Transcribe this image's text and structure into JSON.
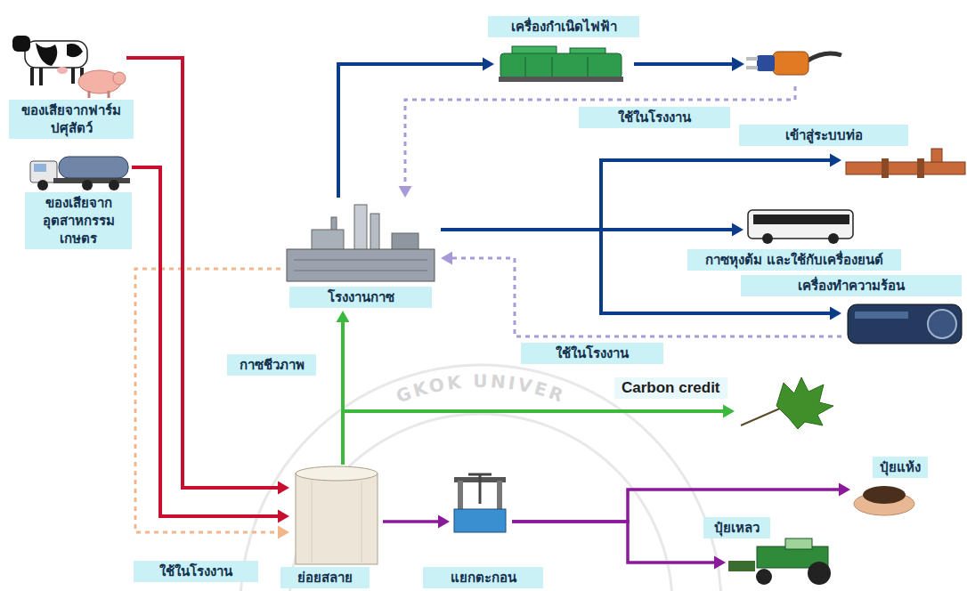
{
  "diagram": {
    "nodes": [
      {
        "text": [
          "ของเสียจากฟาร์ม ปศุสัตว์"
        ]
      },
      {
        "text": [
          "ของเสียจาก อุตสาหกรรม เกษตร"
        ]
      },
      {
        "text": [
          "เครื่องกำเนิดไฟฟ้า"
        ]
      },
      {
        "text": [
          "เข้าสู่ระบบท่อ"
        ]
      },
      {
        "text": [
          "โรงงานกาซ"
        ]
      },
      {
        "text": [
          "กาซหุงต้ม และใช้กับเครื่องยนต์"
        ]
      },
      {
        "text": [
          "เครื่องทำความร้อน"
        ]
      },
      {
        "text": [
          "Carbon credit"
        ]
      },
      {
        "text": [
          "ย่อยสลาย"
        ]
      },
      {
        "text": [
          "แยกตะกอน"
        ]
      },
      {
        "text": [
          "ปุ๋ยแห้ง"
        ]
      },
      {
        "text": [
          "ปุ๋ยเหลว"
        ]
      }
    ],
    "edges": [
      {
        "from": 0,
        "to": 8,
        "arrow": "to"
      },
      {
        "from": 1,
        "to": 8,
        "arrow": "to"
      },
      {
        "from": 4,
        "to": 2,
        "arrow": "to"
      },
      {
        "from": 2,
        "to": 4,
        "label": "ใช้ในโรงงาน",
        "arrow": "to"
      },
      {
        "from": 4,
        "to": 3,
        "arrow": "to"
      },
      {
        "from": 4,
        "to": 5,
        "arrow": "to"
      },
      {
        "from": 4,
        "to": 6,
        "arrow": "to"
      },
      {
        "from": 6,
        "to": 4,
        "label": "ใช้ในโรงงาน",
        "arrow": "to"
      },
      {
        "from": 8,
        "to": 4,
        "label": "กาซชีวภาพ",
        "arrow": "to"
      },
      {
        "from": 8,
        "to": 7,
        "arrow": "to"
      },
      {
        "from": 4,
        "to": 8,
        "label": "ใช้ในโรงงาน",
        "arrow": "to"
      },
      {
        "from": 8,
        "to": 9,
        "arrow": "to"
      },
      {
        "from": 9,
        "to": 10,
        "arrow": "to"
      },
      {
        "from": 9,
        "to": 11,
        "arrow": "to"
      }
    ],
    "labels": [
      "GKOK UNIVER"
    ]
  }
}
